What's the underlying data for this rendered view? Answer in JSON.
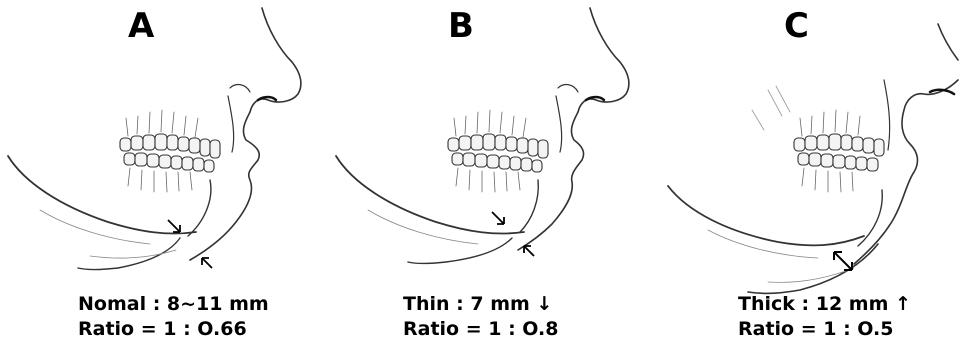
{
  "panels": [
    {
      "letter": "A",
      "measurement": "Nomal : 8~11 mm",
      "ratio": "Ratio = 1 : O.66"
    },
    {
      "letter": "B",
      "measurement": "Thin : 7 mm ↓",
      "ratio": "Ratio = 1 : O.8"
    },
    {
      "letter": "C",
      "measurement": "Thick : 12 mm ↑",
      "ratio": "Ratio = 1 : O.5"
    }
  ]
}
